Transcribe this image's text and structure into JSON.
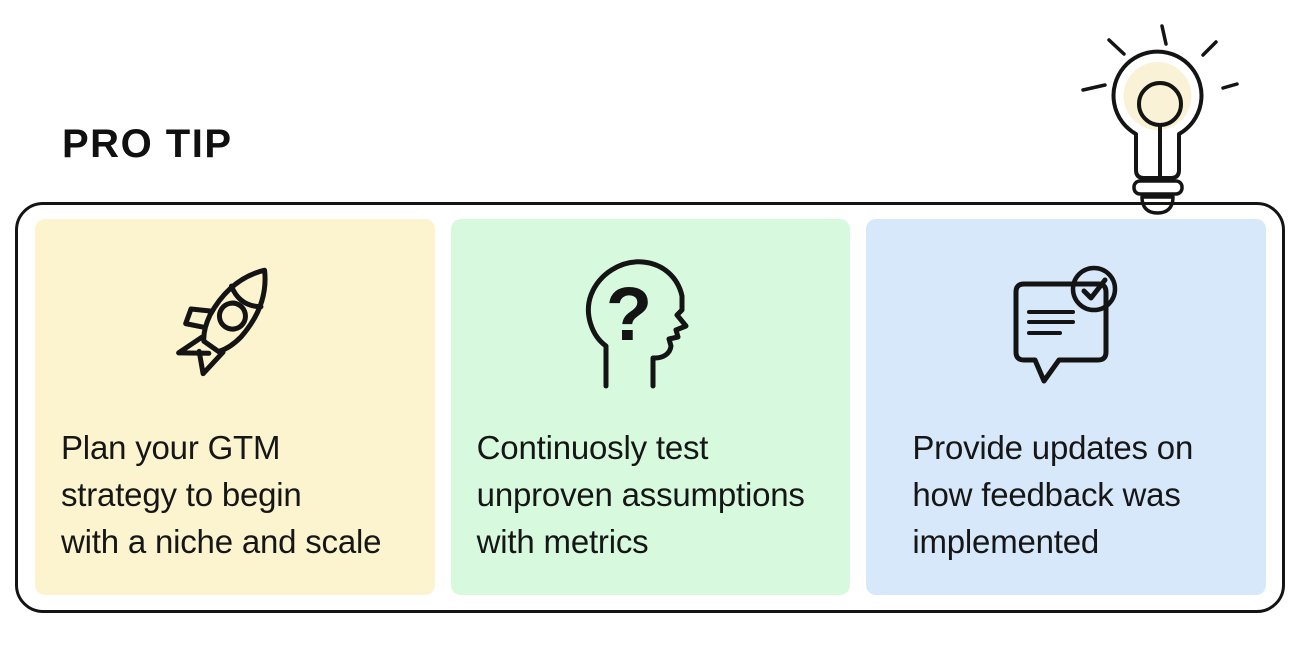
{
  "header": {
    "title": "PRO TIP",
    "icon": "lightbulb-icon"
  },
  "colors": {
    "page_bg": "#FFFFFF",
    "outline": "#141414",
    "card_yellow": "#FBF4CF",
    "card_green": "#D7FADE",
    "card_blue": "#D6E8FA",
    "bulb_core": "#F8BE13",
    "bulb_glow": "#FAF2D6",
    "text": "#161616"
  },
  "icons": {
    "question_mark": "?"
  },
  "cards": [
    {
      "icon": "rocket-icon",
      "bg": "#FBF4CF",
      "text": "Plan your GTM\nstrategy to begin\nwith a niche and scale"
    },
    {
      "icon": "head-question-icon",
      "bg": "#D7FADE",
      "text": "Continuosly test\nunproven assumptions\nwith metrics"
    },
    {
      "icon": "chat-check-icon",
      "bg": "#D6E8FA",
      "text": "Provide updates on\nhow feedback was\nimplemented"
    }
  ]
}
